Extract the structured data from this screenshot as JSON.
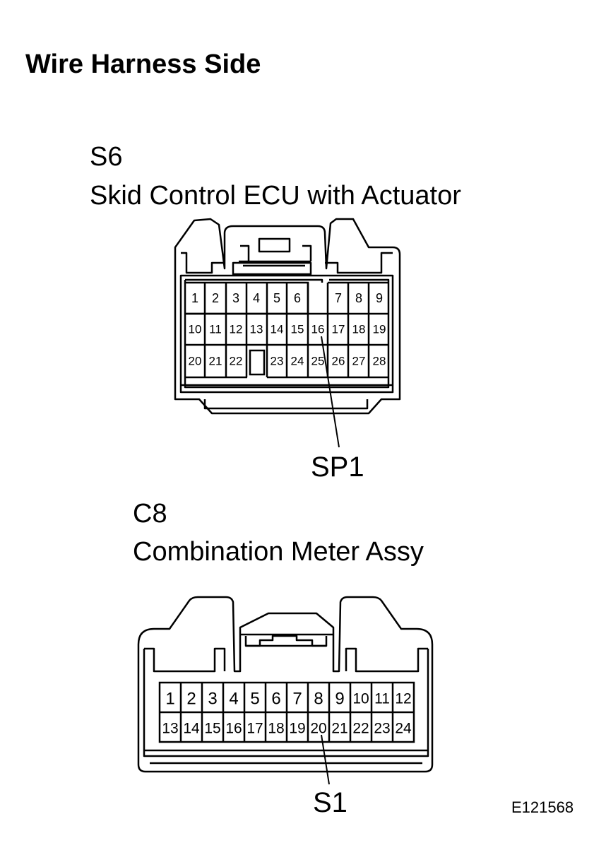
{
  "title": "Wire Harness Side",
  "figure_id": "E121568",
  "connectors": [
    {
      "code": "S6",
      "name": "Skid Control ECU with Actuator",
      "pins": [
        "1",
        "2",
        "3",
        "4",
        "5",
        "6",
        "7",
        "8",
        "9",
        "10",
        "11",
        "12",
        "13",
        "14",
        "15",
        "16",
        "17",
        "18",
        "19",
        "20",
        "21",
        "22",
        "23",
        "24",
        "25",
        "26",
        "27",
        "28"
      ],
      "callout": {
        "label": "SP1",
        "pin": "16"
      }
    },
    {
      "code": "C8",
      "name": "Combination Meter Assy",
      "pins": [
        "1",
        "2",
        "3",
        "4",
        "5",
        "6",
        "7",
        "8",
        "9",
        "10",
        "11",
        "12",
        "13",
        "14",
        "15",
        "16",
        "17",
        "18",
        "19",
        "20",
        "21",
        "22",
        "23",
        "24"
      ],
      "callout": {
        "label": "S1",
        "pin": "20"
      }
    }
  ]
}
